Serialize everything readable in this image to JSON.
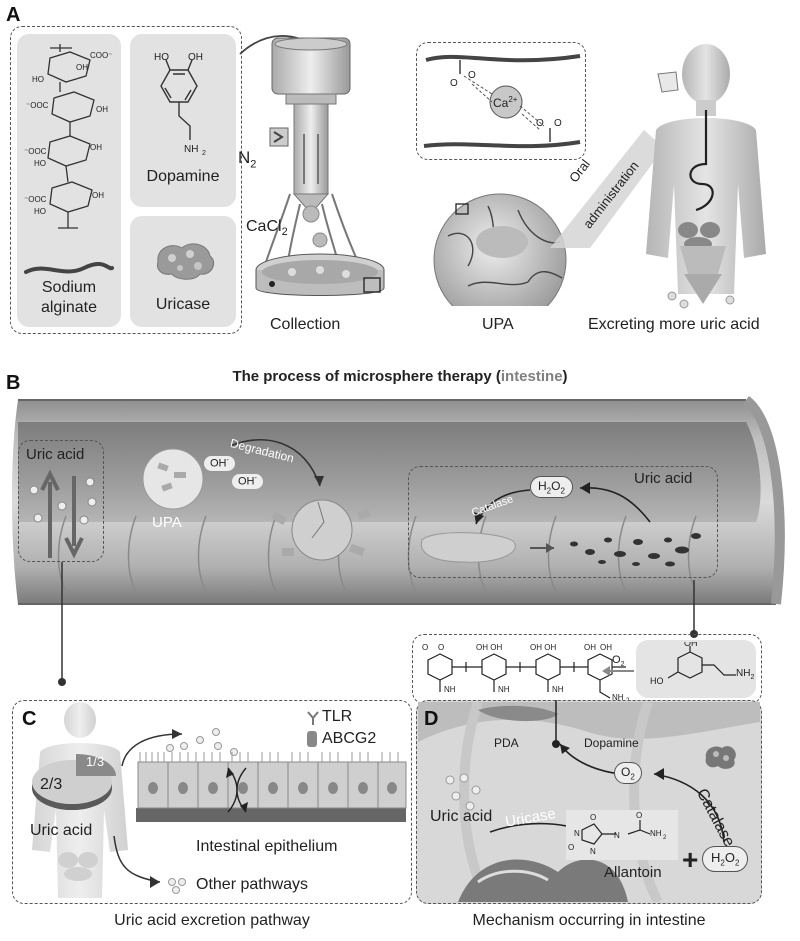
{
  "panel_a": {
    "letter": "A",
    "sodium_alginate": "Sodium alginate",
    "dopamine": "Dopamine",
    "uricase": "Uricase",
    "n2": "N",
    "n2_sub": "2",
    "cacl2": "CaCl",
    "cacl2_sub": "2",
    "collection": "Collection",
    "ca_ion": "Ca",
    "ca_ion_sup": "2+",
    "oral_admin_line1": "Oral",
    "oral_admin_line2": "administration",
    "upa": "UPA",
    "excreting": "Excreting more uric acid"
  },
  "panel_b": {
    "letter": "B",
    "title_main": "The process of microsphere therapy (",
    "title_highlight": "intestine",
    "title_end": ")",
    "uric_acid_left": "Uric acid",
    "upa": "UPA",
    "oh1": "OH",
    "oh2": "OH",
    "degradation": "Degradation",
    "h2o2": "H",
    "catalase": "Catalase",
    "uric_acid_right": "Uric acid"
  },
  "chem": {
    "o2": "O",
    "nh2": "NH",
    "ho": "HO",
    "oh": "OH"
  },
  "panel_c": {
    "letter": "C",
    "tlr": "TLR",
    "abcg2": "ABCG2",
    "one_third": "1/3",
    "two_third": "2/3",
    "uric_acid": "Uric acid",
    "intestinal_epithelium": "Intestinal epithelium",
    "other_pathways": "Other pathways",
    "caption": "Uric acid excretion pathway"
  },
  "panel_d": {
    "letter": "D",
    "pda": "PDA",
    "dopamine": "Dopamine",
    "o2": "O",
    "catalase": "Catalase",
    "uric_acid": "Uric acid",
    "uricase": "Uricase",
    "allantoin": "Allantoin",
    "plus": "+",
    "h2o2": "H",
    "caption": "Mechanism occurring in intestine"
  },
  "colors": {
    "highlight": "#808080",
    "tissue": "#bdbdbd",
    "lumen": "#9a9a9a"
  }
}
